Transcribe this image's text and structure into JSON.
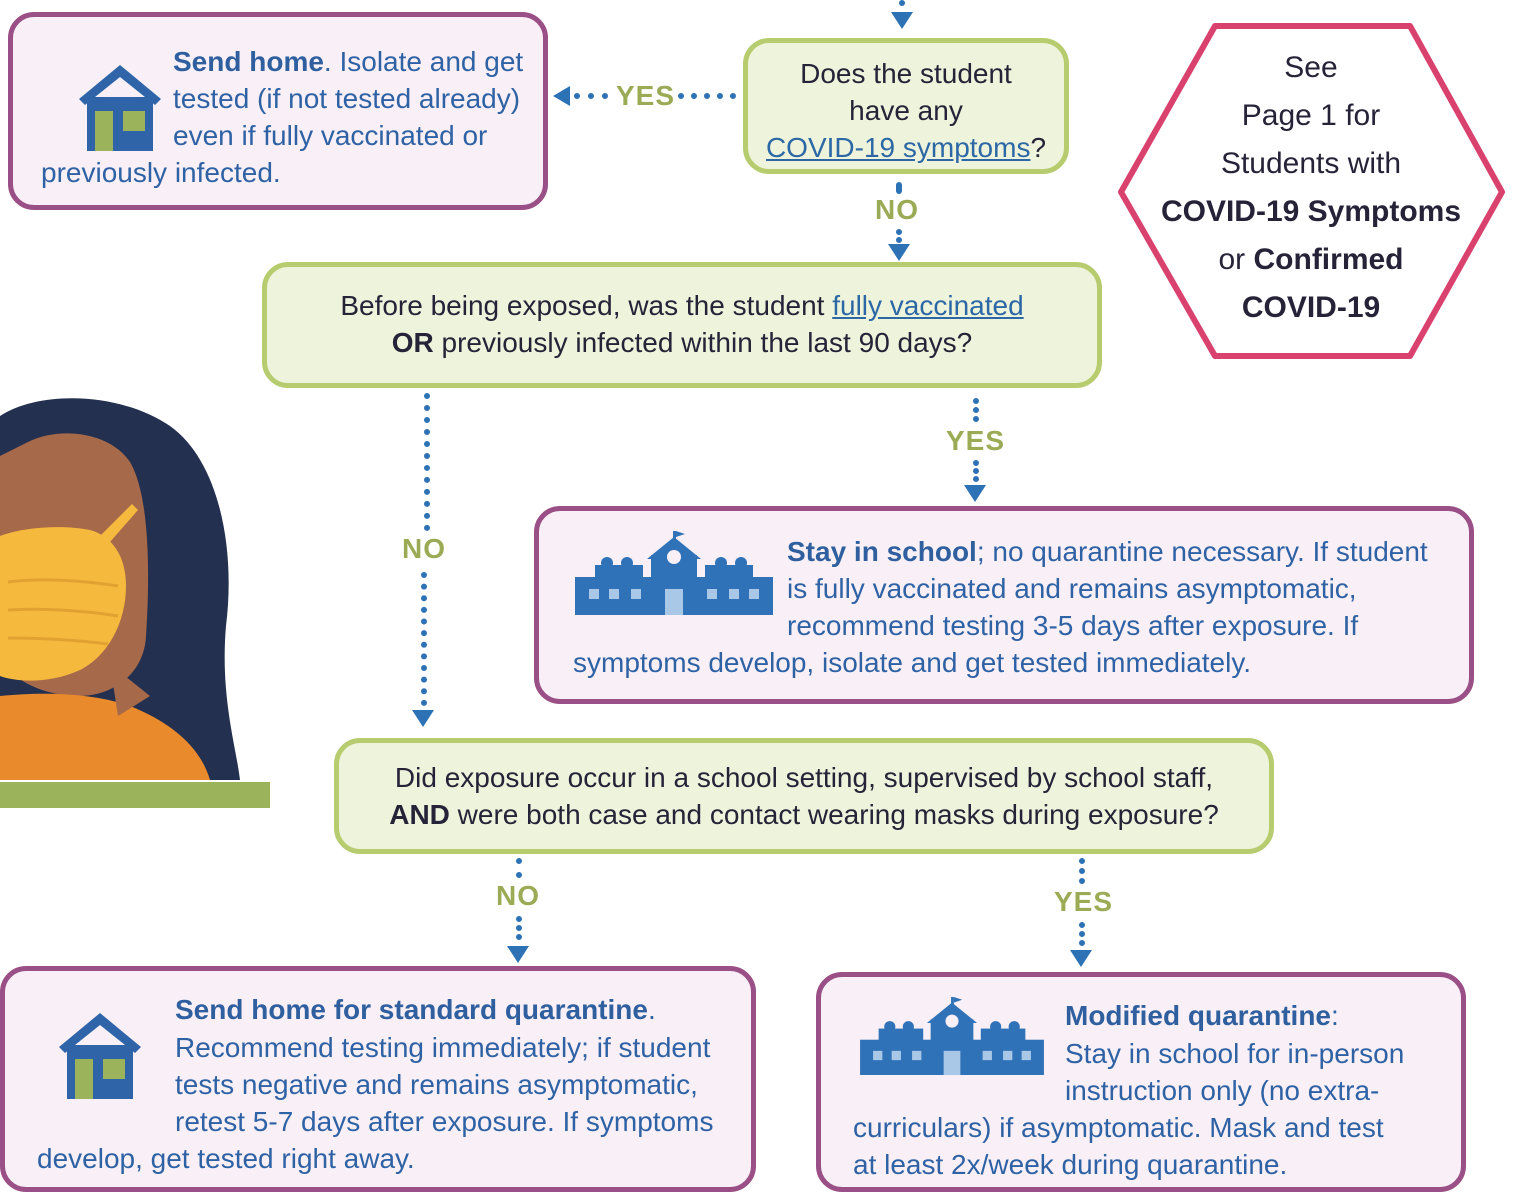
{
  "q1": {
    "line1": "Does the student",
    "line2": "have any",
    "link": "COVID-19 symptoms",
    "suffix": "?"
  },
  "q2": {
    "line1_pre": "Before being exposed, was the student ",
    "line1_link": "fully vaccinated",
    "line2_bold": "OR",
    "line2_rest": " previously infected within the last 90 days?"
  },
  "q3": {
    "line1": "Did exposure occur in a school setting, supervised by school staff,",
    "line2_bold": "AND",
    "line2_rest": " were both case and contact wearing masks during exposure?"
  },
  "send_home": {
    "bold": "Send home",
    "rest1": ". Isolate and get",
    "rest2": "tested (if not tested already)",
    "rest3": "even if fully vaccinated or",
    "rest4": "previously infected."
  },
  "stay_school": {
    "bold": "Stay in school",
    "rest1": "; no quarantine necessary. If student",
    "rest2": "is fully vaccinated and remains asymptomatic,",
    "rest3": "recommend testing 3-5 days after exposure. If",
    "rest4": "symptoms develop, isolate and get tested immediately."
  },
  "std_quarantine": {
    "bold": "Send home for standard quarantine",
    "rest1": ".",
    "rest2": "Recommend testing immediately; if student",
    "rest3": "tests negative and remains asymptomatic,",
    "rest4": "retest 5-7 days after exposure. If symptoms",
    "rest5": "develop, get tested right away."
  },
  "mod_quarantine": {
    "bold": "Modified quarantine",
    "rest1": ":",
    "rest2": "Stay in school for in-person",
    "rest3": "instruction only (no extra-",
    "rest4": "curriculars) if asymptomatic. Mask and test",
    "rest5": "at least 2x/week during quarantine."
  },
  "hexagon": {
    "line1": "See",
    "line2": "Page 1 for",
    "line3": "Students with",
    "line4_bold": "COVID-19 Symptoms",
    "line5_pre": "or ",
    "line5_bold": "Confirmed",
    "line6_bold": "COVID-19"
  },
  "labels": {
    "yes": "YES",
    "no": "NO"
  },
  "colors": {
    "question_fill": "#eef3dc",
    "question_border": "#b6cc6e",
    "answer_fill": "#f8f0f6",
    "answer_border": "#9a4f86",
    "hexagon_border": "#d9416e",
    "arrow": "#2c72b5",
    "label": "#9bab55"
  }
}
